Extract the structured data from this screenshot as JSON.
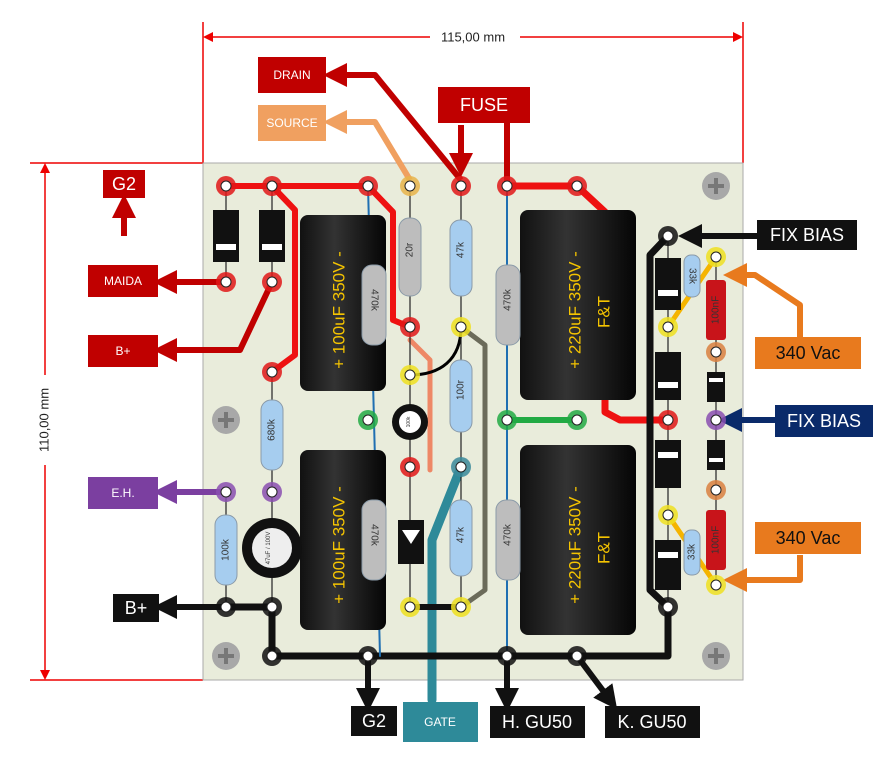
{
  "dimensions": {
    "width": "115,00 mm",
    "height": "110,00 mm"
  },
  "labels": {
    "g2_top": "G2",
    "maida": "MAIDA",
    "b_plus_red": "B+",
    "eh": "E.H.",
    "b_plus_black": "B+",
    "drain": "DRAIN",
    "source": "SOURCE",
    "fuse": "FUSE",
    "fix_bias_1": "FIX BIAS",
    "vac_1": "340 Vac",
    "fix_bias_2": "FIX BIAS",
    "vac_2": "340 Vac",
    "g2_bottom": "G2",
    "gate": "GATE",
    "h_gu50": "H. GU50",
    "k_gu50": "K. GU50"
  },
  "components": {
    "cap_left_top": "+ 100uF 350V -",
    "cap_left_bottom": "+ 100uF 350V -",
    "cap_right_top": "+ 220uF 350V -",
    "cap_right_bottom": "+ 220uF 350V -",
    "cap_brand": "F&T",
    "r_470k_1": "470k",
    "r_470k_2": "470k",
    "r_470k_3": "470k",
    "r_470k_4": "470k",
    "r_20r": "20r",
    "r_47k_1": "47k",
    "r_100r": "100r",
    "r_47k_2": "47k",
    "r_680k": "680k",
    "r_100k": "100k",
    "r_33k_1": "33k",
    "r_33k_2": "33k",
    "c_100nf_1": "100nF",
    "c_100nf_2": "100nF",
    "small_cap": "47uF / 100V",
    "trimmer": "100k"
  },
  "colors": {
    "board": "#e9ecdb",
    "red_trace": "#ee1111",
    "dark_red": "#c00000",
    "orange": "#e87a1e",
    "navy": "#0a2a6a",
    "purple": "#7b3fa0",
    "teal": "#2e8a99",
    "source": "#f0a060"
  }
}
